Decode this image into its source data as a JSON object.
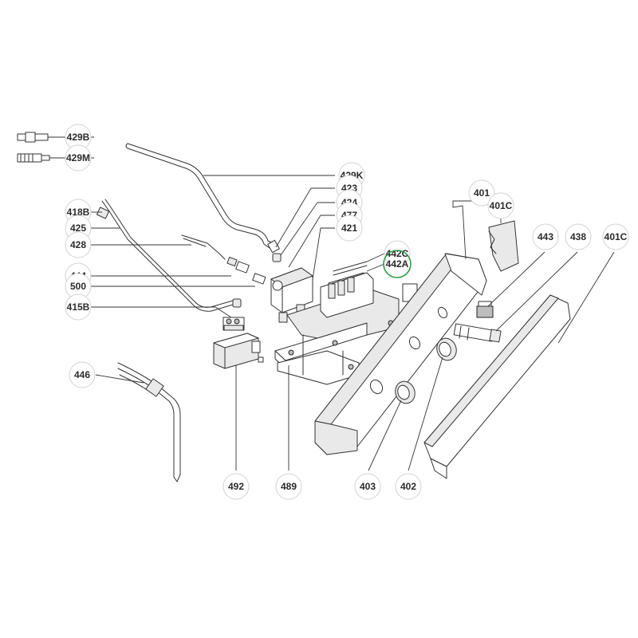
{
  "diagram": {
    "colors": {
      "line": "#333333",
      "circle": "#d2d2d2",
      "highlight": "#2e9e4a",
      "label": "#2b2b2b"
    },
    "callouts": {
      "c429B": "429B",
      "c429M": "429M",
      "c429K": "429K",
      "c423": "423",
      "c424": "424",
      "c477": "477",
      "c421": "421",
      "c418B": "418B",
      "c425": "425",
      "c428": "428",
      "c444": "444",
      "c500": "500",
      "c415B": "415B",
      "c442C": "442C",
      "c442A": "442A",
      "c401": "401",
      "c401C_top": "401C",
      "c443": "443",
      "c438": "438",
      "c401C_right": "401C",
      "c446": "446",
      "c492": "492",
      "c489": "489",
      "c403": "403",
      "c402": "402"
    }
  }
}
